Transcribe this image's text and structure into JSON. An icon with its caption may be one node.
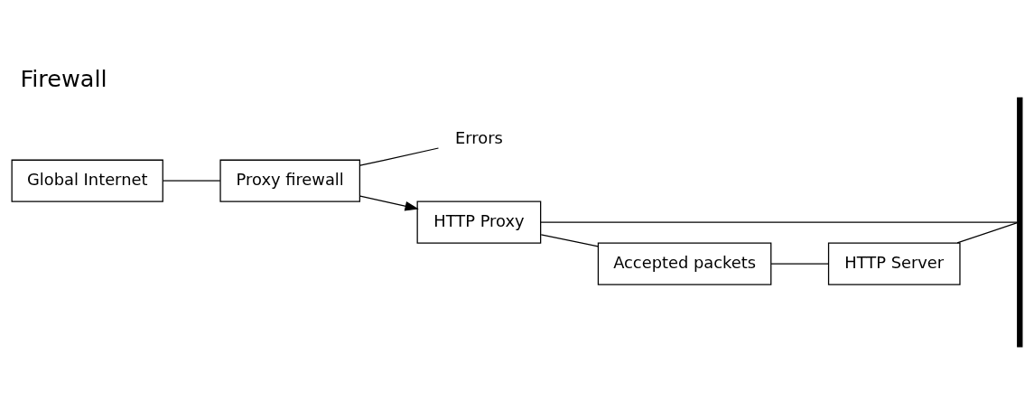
{
  "diagram": {
    "title": "Firewall",
    "nodes": [
      {
        "text": [
          "Global Internet"
        ]
      },
      {
        "text": [
          "Proxy firewall"
        ]
      },
      {
        "text": [
          "Errors"
        ]
      },
      {
        "text": [],
        "shape": "bar"
      },
      {
        "text": [
          "HTTP Proxy"
        ]
      },
      {
        "text": [
          "Accepted packets"
        ]
      },
      {
        "text": [
          "HTTP Server"
        ]
      }
    ],
    "edges": [
      {
        "from": 0,
        "to": 1,
        "arrow": "none"
      },
      {
        "from": 1,
        "to": 2,
        "arrow": "none"
      },
      {
        "from": 1,
        "to": 4,
        "arrow": "to"
      },
      {
        "from": 3,
        "to": 4,
        "arrow": "none"
      },
      {
        "from": 4,
        "to": 5,
        "arrow": "none"
      },
      {
        "from": 5,
        "to": 6,
        "arrow": "none"
      },
      {
        "from": 6,
        "to": 3,
        "arrow": "none"
      }
    ]
  }
}
